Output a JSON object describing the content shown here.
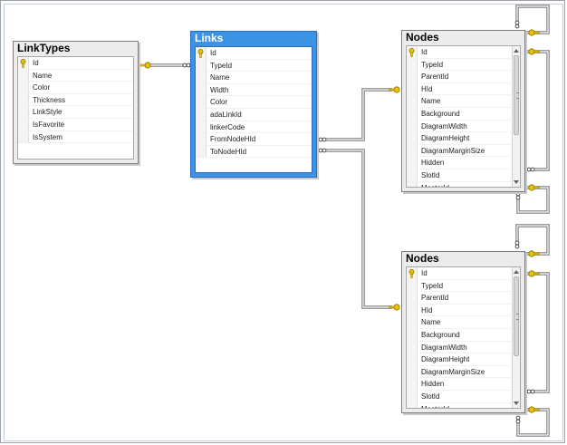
{
  "diagram": {
    "tables": {
      "linktypes": {
        "title": "LinkTypes",
        "columns": [
          "Id",
          "Name",
          "Color",
          "Thickness",
          "LinkStyle",
          "IsFavorite",
          "IsSystem"
        ]
      },
      "links": {
        "title": "Links",
        "columns": [
          "Id",
          "TypeId",
          "Name",
          "Width",
          "Color",
          "adaLinkId",
          "linkerCode",
          "FromNodeHId",
          "ToNodeHId"
        ]
      },
      "nodes_top": {
        "title": "Nodes",
        "columns": [
          "Id",
          "TypeId",
          "ParentId",
          "HId",
          "Name",
          "Background",
          "DiagramWidth",
          "DiagramHeight",
          "DiagramMarginSize",
          "Hidden",
          "SlotId",
          "MasterId"
        ]
      },
      "nodes_bottom": {
        "title": "Nodes",
        "columns": [
          "Id",
          "TypeId",
          "ParentId",
          "HId",
          "Name",
          "Background",
          "DiagramWidth",
          "DiagramHeight",
          "DiagramMarginSize",
          "Hidden",
          "SlotId",
          "MasterId"
        ]
      }
    },
    "colors": {
      "selected_header": "#3c92e4",
      "key": "#e6c200",
      "relationship": "#7f7f7f"
    },
    "icons": [
      "key-icon",
      "infinity-icon"
    ]
  }
}
